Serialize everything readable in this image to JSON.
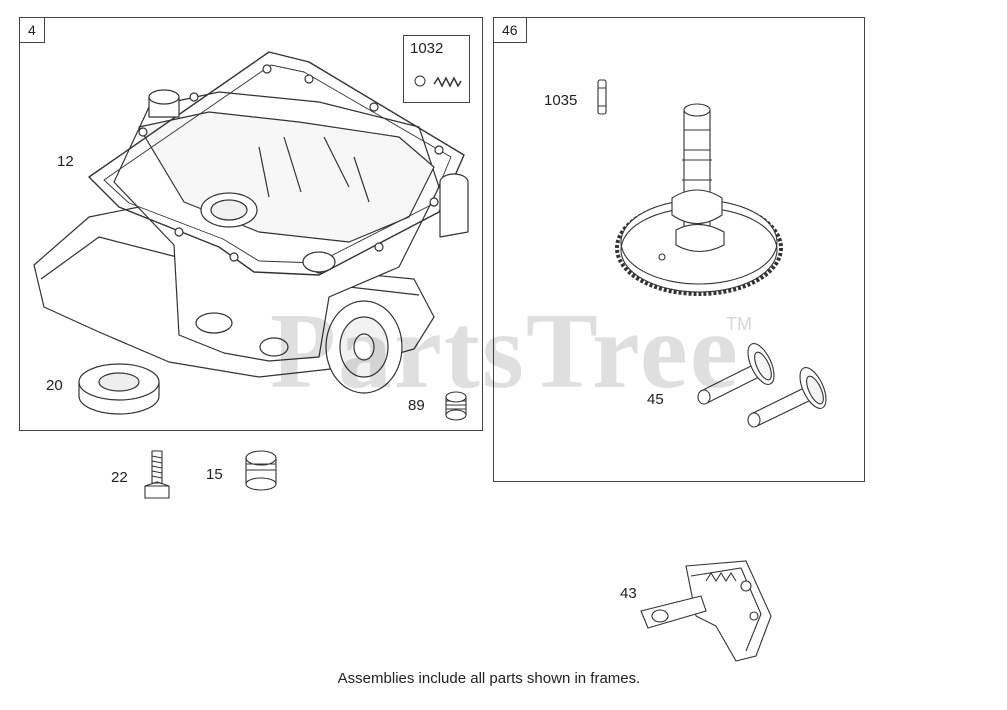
{
  "frames": {
    "left": {
      "number": "4"
    },
    "right": {
      "number": "46"
    }
  },
  "callouts": {
    "p1032": "1032",
    "p12": "12",
    "p20": "20",
    "p89": "89",
    "p22": "22",
    "p15": "15",
    "p1035": "1035",
    "p45": "45",
    "p43": "43"
  },
  "watermark": {
    "text": "PartsTree",
    "tm": "TM"
  },
  "footer": "Assemblies include all parts shown in frames."
}
